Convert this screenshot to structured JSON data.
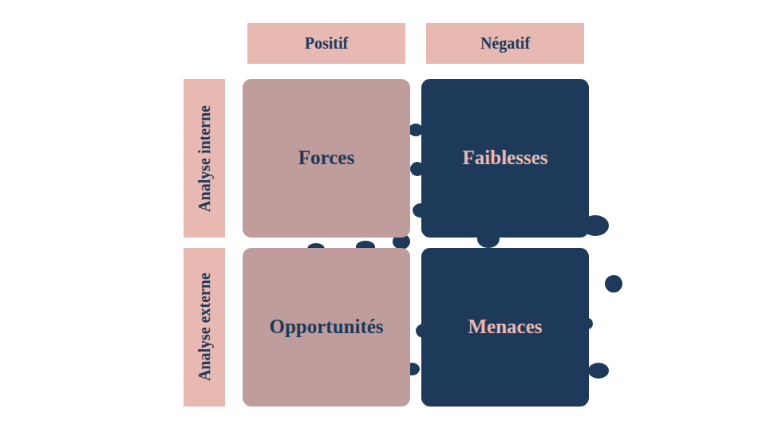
{
  "diagram": {
    "nodes": [
      {
        "text": [
          "Positif"
        ]
      },
      {
        "text": [
          "Négatif"
        ]
      },
      {
        "text": [
          "Analyse interne"
        ]
      },
      {
        "text": [
          "Forces"
        ]
      },
      {
        "text": [
          "Faiblesses"
        ]
      },
      {
        "text": [
          "Analyse externe"
        ]
      },
      {
        "text": [
          "Opportunités"
        ]
      },
      {
        "text": [
          "Menaces"
        ]
      }
    ]
  }
}
